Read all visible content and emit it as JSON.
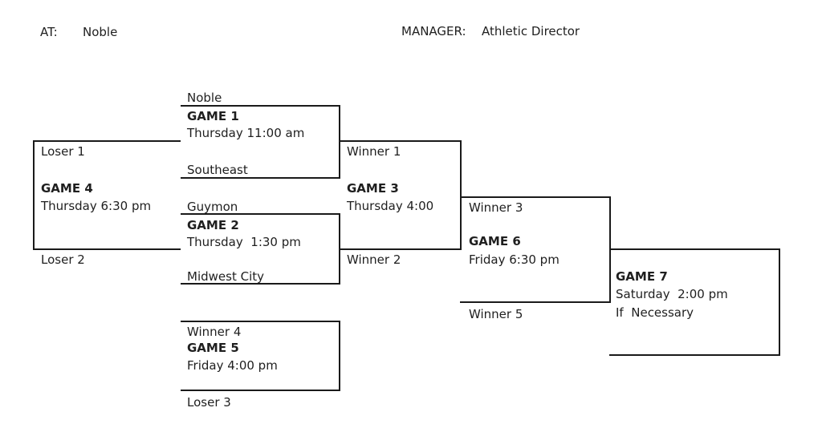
{
  "header": {
    "at_label": "AT:",
    "at_value": "Noble",
    "manager_label": "MANAGER:",
    "manager_value": "Athletic Director"
  },
  "bracket": {
    "game1": {
      "title": "GAME 1",
      "time": "Thursday 11:00 am",
      "top": "Noble",
      "bottom": "Southeast"
    },
    "game2": {
      "title": "GAME 2",
      "time": "Thursday  1:30 pm",
      "top": "Guymon",
      "bottom": "Midwest City"
    },
    "game3": {
      "title": "GAME 3",
      "time": "Thursday 4:00",
      "top": "Winner 1",
      "bottom": "Winner 2"
    },
    "game4": {
      "title": "GAME 4",
      "time": "Thursday 6:30 pm",
      "top": "Loser 1",
      "bottom": "Loser 2"
    },
    "game5": {
      "title": "GAME 5",
      "time": "Friday 4:00 pm",
      "top": "Winner 4",
      "bottom": "Loser 3"
    },
    "game6": {
      "title": "GAME 6",
      "time": "Friday 6:30 pm",
      "top": "Winner 3",
      "bottom": "Winner 5"
    },
    "game7": {
      "title": "GAME 7",
      "time": "Saturday  2:00 pm",
      "note": "If  Necessary"
    }
  },
  "colors": {
    "background": "#ffffff",
    "text": "#1f1f1f",
    "line": "#1a1a1a"
  }
}
